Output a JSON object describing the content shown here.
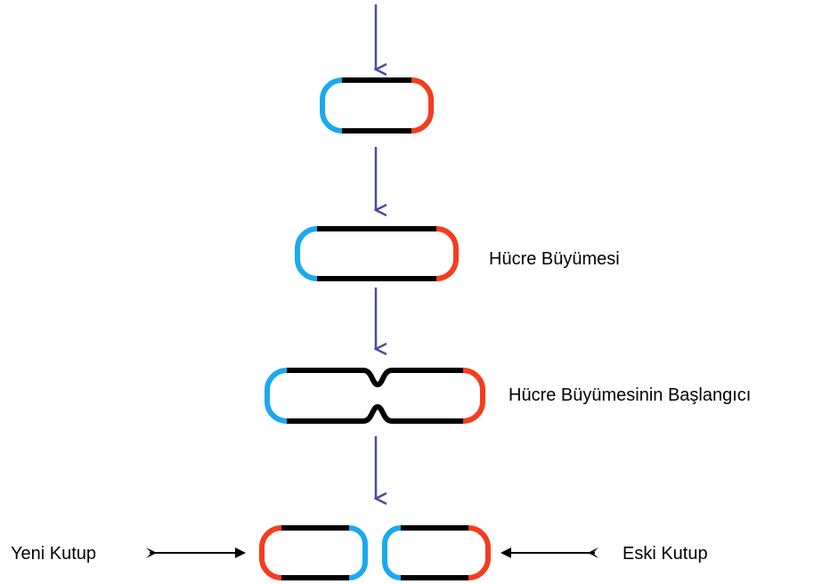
{
  "colors": {
    "new_pole": "#1aa9ef",
    "old_pole": "#f53c1f",
    "cell_wall": "#000000",
    "flow_arrow": "#4a4aa5",
    "pointer_arrow": "#000000"
  },
  "labels": {
    "cell_growth": "Hücre Büyümesi",
    "growth_start": "Hücre Büyümesinin Başlangıcı",
    "new_pole": "Yeni Kutup",
    "old_pole": "Eski Kutup"
  },
  "icons": {
    "flow_arrow": "down-arrow-icon",
    "pointer_arrow": "right-arrow-icon"
  }
}
